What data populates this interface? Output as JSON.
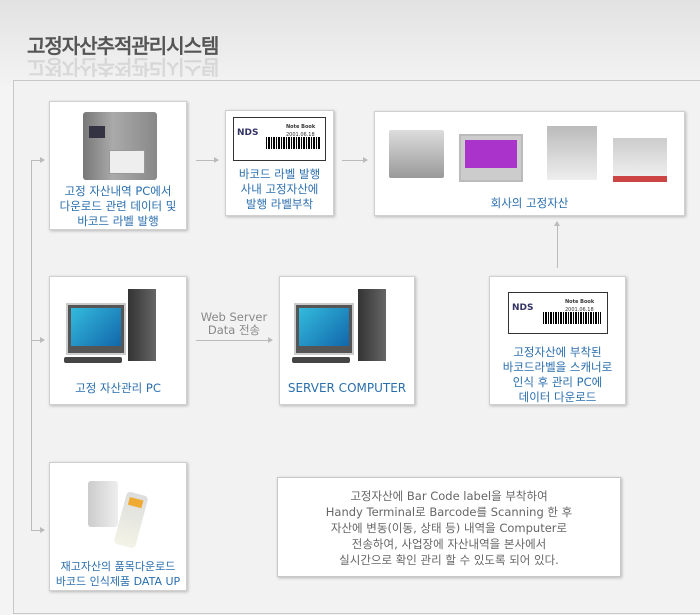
{
  "title": "고정자산추적관리시스템",
  "cards": {
    "printer": [
      "고정 자산내역 PC에서",
      "다운로드 관련 데이터 및",
      "바코드 라벨 발행"
    ],
    "label": [
      "바코드 라벨 발행",
      "사내 고정자산에",
      "발행 라벨부착"
    ],
    "assets": "회사의 고정자산",
    "pc": "고정 자산관리 PC",
    "server": "SERVER COMPUTER",
    "scan": [
      "고정자산에 부착된",
      "바코드라벨을 스캐너로",
      "인식 후 관리 PC에",
      "데이터 다운로드"
    ],
    "handy": [
      "재고자산의 품목다운로드",
      "바코드 인식제품 DATA UP"
    ]
  },
  "label_sample": {
    "logo": "NDS",
    "item": "Note Book",
    "date": "2001.06.18"
  },
  "web_server": [
    "Web Server",
    "Data 전송"
  ],
  "note": [
    "고정자산에 Bar Code label을 부착하여",
    "Handy Terminal로 Barcode를 Scanning 한 후",
    "자산에 변동(이동, 상태 등) 내역을 Computer로",
    "전송하여, 사업장에 자산내역을 본사에서",
    "실시간으로 확인 관리 할 수 있도록 되어 있다."
  ]
}
